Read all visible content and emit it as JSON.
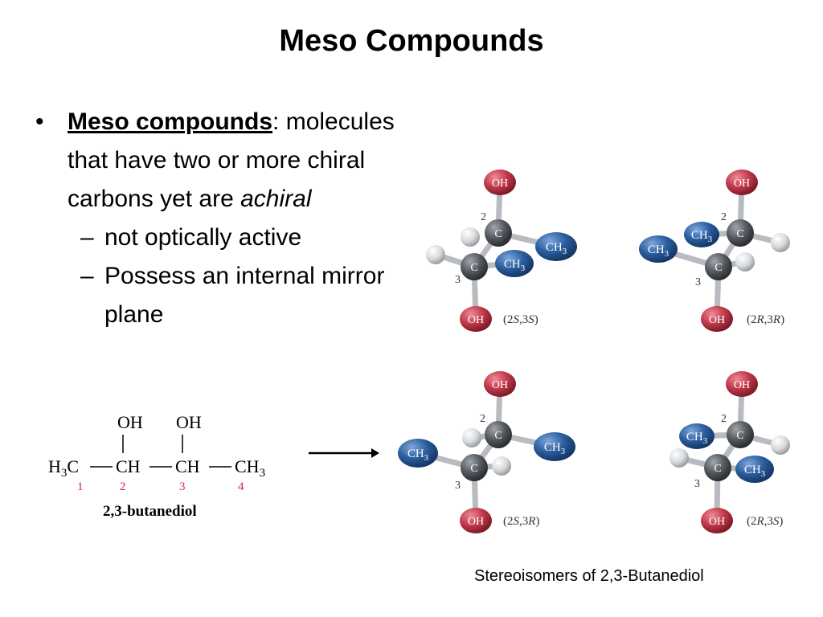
{
  "slide": {
    "title": "Meso Compounds",
    "bullet": {
      "term": "Meso compounds",
      "colon": ":",
      "text_1": "molecules that have two or more chiral carbons yet are",
      "text_italic": "achiral",
      "subs": [
        "not optically active",
        "Possess an internal mirror plane"
      ]
    },
    "caption": "Stereoisomers of 2,3-Butanediol"
  },
  "formula": {
    "oh_1": "OH",
    "oh_2": "OH",
    "bond_v": "|",
    "h3c": "H",
    "h3c_sub": "3",
    "h3c_c": "C",
    "ch_1": "CH",
    "ch_2": "CH",
    "ch3": "CH",
    "ch3_sub": "3",
    "dash": "—",
    "numbers": [
      "1",
      "2",
      "3",
      "4"
    ],
    "name": "2,3-butanediol",
    "number_color": "#d81b60"
  },
  "molecule_labels": {
    "oh": "OH",
    "c": "C",
    "ch": "CH",
    "sub3": "3",
    "num_2": "2",
    "num_3": "3"
  },
  "molecules": [
    {
      "config_open": "(2",
      "c2": "S",
      "comma": ",3",
      "c3": "S",
      "config_close": ")"
    },
    {
      "config_open": "(2",
      "c2": "R",
      "comma": ",3",
      "c3": "R",
      "config_close": ")"
    },
    {
      "config_open": "(2",
      "c2": "S",
      "comma": ",3",
      "c3": "R",
      "config_close": ")"
    },
    {
      "config_open": "(2",
      "c2": "R",
      "comma": ",3",
      "c3": "S",
      "config_close": ")"
    }
  ],
  "colors": {
    "oh_red": "#c0394b",
    "ch3_blue": "#2a5d9e",
    "carbon_gray": "#555a60",
    "hydrogen": "#d8dadc",
    "bond": "#b8bcc0"
  }
}
